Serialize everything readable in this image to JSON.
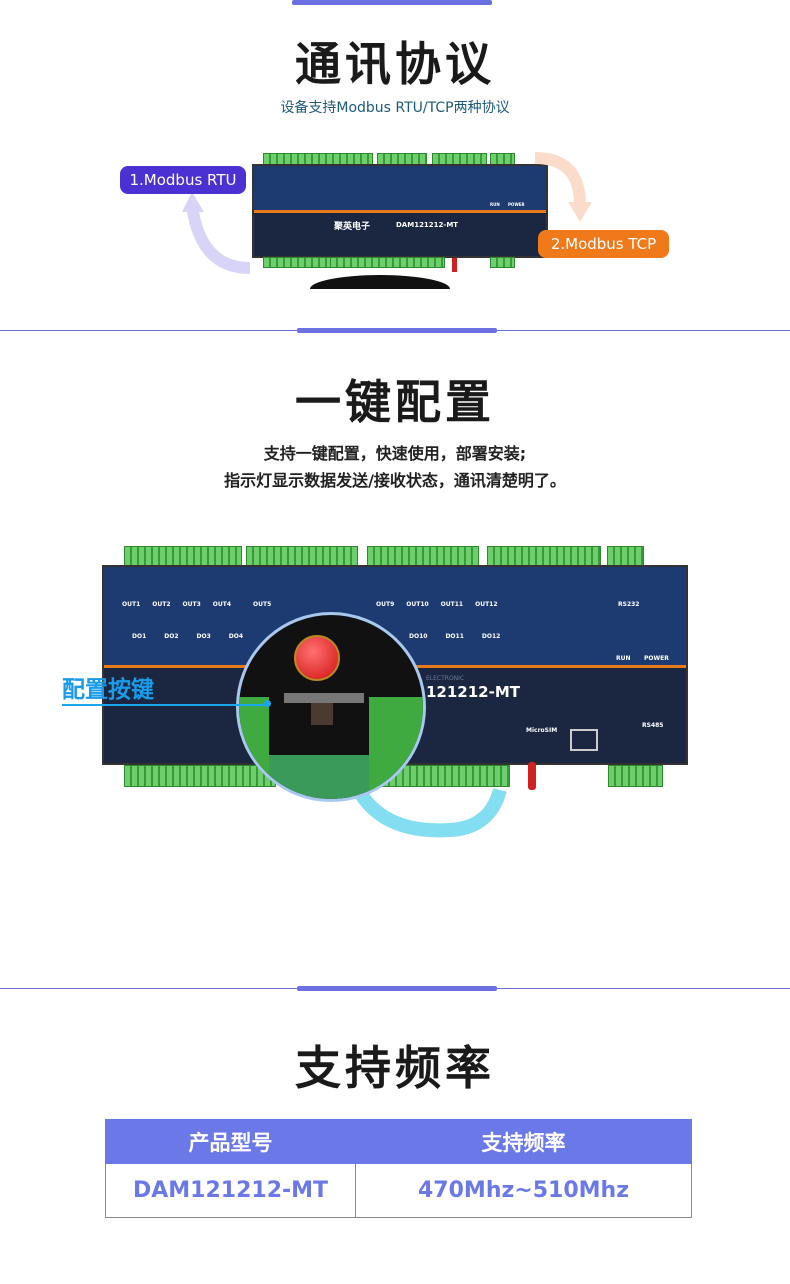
{
  "section1": {
    "title": "通讯协议",
    "subtitle": "设备支持Modbus RTU/TCP两种协议",
    "protocols": [
      {
        "label": "1.Modbus RTU",
        "color": "#4b30d2"
      },
      {
        "label": "2.Modbus TCP",
        "color": "#f07a1a"
      }
    ],
    "device": {
      "brand": "聚英电子",
      "model": "DAM121212-MT",
      "leds": [
        "RUN",
        "POWER"
      ]
    }
  },
  "section2": {
    "title": "一键配置",
    "lines": [
      "支持一键配置，快速使用，部署安装;",
      "指示灯显示数据发送/接收状态，通讯清楚明了。"
    ],
    "callout": "配置按键",
    "callout_color": "#1a9ae8",
    "device": {
      "model": "121212-MT",
      "outputs": [
        "OUT1",
        "OUT2",
        "OUT3",
        "OUT4",
        "OUT5",
        "OUT9",
        "OUT10",
        "OUT11",
        "OUT12"
      ],
      "dos": [
        "DO1",
        "DO2",
        "DO3",
        "DO4",
        "DO10",
        "DO11",
        "DO12"
      ],
      "leds": [
        "RUN",
        "POWER"
      ],
      "sim": "MicroSIM",
      "rs485": "RS485",
      "rs232": "RS232",
      "electronic": "ELECTRONIC"
    }
  },
  "section3": {
    "title": "支持频率",
    "table": {
      "headers": [
        "产品型号",
        "支持频率"
      ],
      "rows": [
        [
          "DAM121212-MT",
          "470Mhz~510Mhz"
        ]
      ]
    },
    "accent": "#6b78e8"
  }
}
